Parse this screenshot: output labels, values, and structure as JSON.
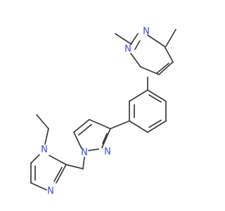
{
  "molecule": {
    "labels": {
      "n_pyrimidine_top": "N",
      "n_pyrimidine_left": "N",
      "n_pyrazole_2": "N",
      "n_pyrazole_1": "N",
      "n_imidazole_1": "N",
      "n_imidazole_3": "N"
    }
  },
  "colors": {
    "bond": "#3b3b3b",
    "nitrogen": "#3f49d8",
    "background": "#ffffff"
  }
}
